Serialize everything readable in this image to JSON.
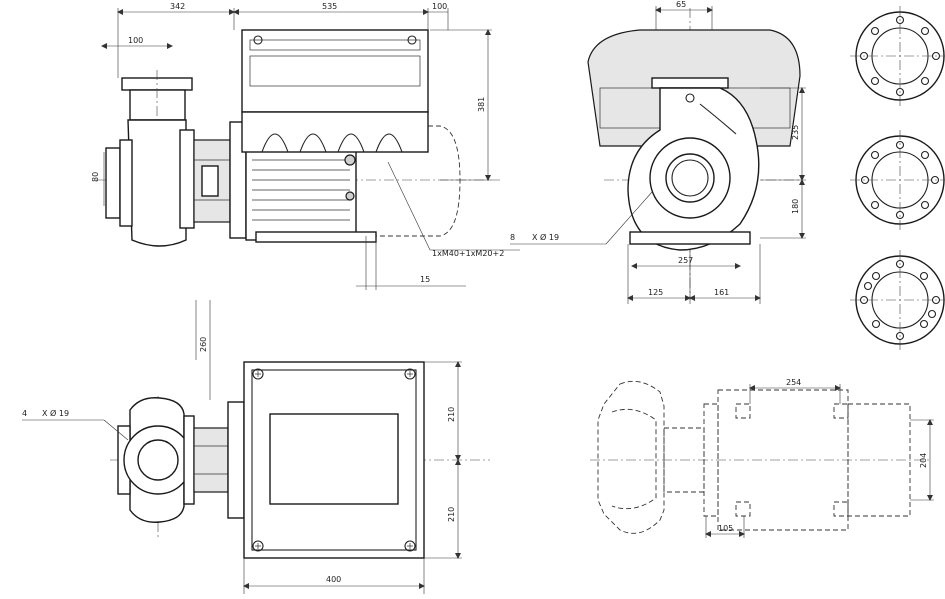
{
  "side_view": {
    "dims": {
      "d342": "342",
      "d535": "535",
      "d100_top": "100",
      "d100_inlet": "100",
      "d80": "80",
      "d381": "381",
      "d15": "15"
    },
    "cable_note": "1xM40+1xM20+2"
  },
  "front_view": {
    "dims": {
      "d65": "65",
      "d235": "235",
      "d180": "180",
      "d257": "257",
      "d125": "125",
      "d161": "161"
    },
    "hole_note": {
      "count": "8",
      "symbol": "X Ø 19"
    }
  },
  "plan_view": {
    "dims": {
      "d260": "260",
      "d210_upper": "210",
      "d210_lower": "210",
      "d400": "400"
    },
    "hole_note": {
      "count": "4",
      "symbol": "X Ø 19"
    }
  },
  "base_view": {
    "dims": {
      "d254": "254",
      "d105": "105",
      "d204": "204"
    }
  }
}
